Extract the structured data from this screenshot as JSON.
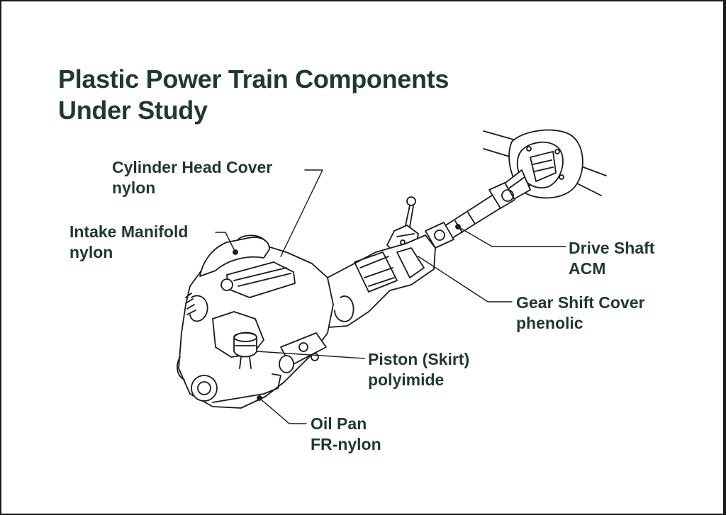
{
  "title": {
    "line1": "Plastic Power Train Components",
    "line2": "Under Study"
  },
  "callouts": [
    {
      "part": "Cylinder Head Cover",
      "material": "nylon"
    },
    {
      "part": "Intake Manifold",
      "material": "nylon"
    },
    {
      "part": "Drive Shaft",
      "material": "ACM"
    },
    {
      "part": "Gear Shift Cover",
      "material": "phenolic"
    },
    {
      "part": "Piston (Skirt)",
      "material": "polyimide"
    },
    {
      "part": "Oil Pan",
      "material": "FR-nylon"
    }
  ],
  "colors": {
    "text": "#1e3a2c",
    "line": "#1a1a1a",
    "background": "#ffffff"
  }
}
